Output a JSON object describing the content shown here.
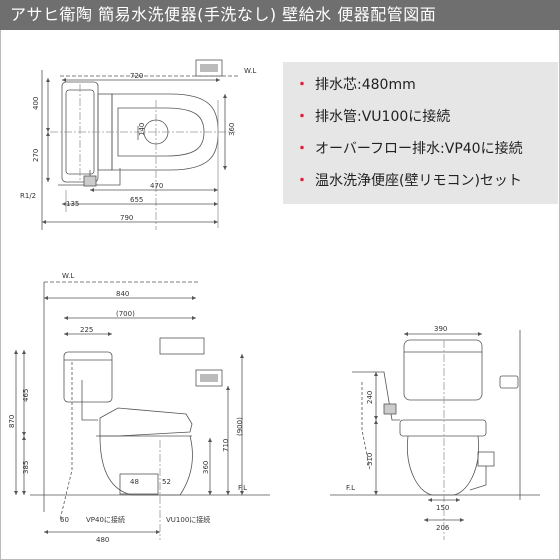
{
  "title": "アサヒ衛陶 簡易水洗便器(手洗なし) 壁給水 便器配管図面",
  "notes": [
    "排水芯:480mm",
    "排水管:VU100に接続",
    "オーバーフロー排水:VP40に接続",
    "温水洗浄便座(壁リモコン)セット"
  ],
  "top_view": {
    "wl": "W.L",
    "dim_720": "720",
    "dim_400": "400",
    "dim_270": "270",
    "dim_360": "360",
    "dim_140": "140",
    "dim_470": "470",
    "dim_655": "655",
    "dim_790": "790",
    "dim_135": "135",
    "r12": "R1/2"
  },
  "side_view": {
    "wl": "W.L",
    "fl": "F.L",
    "dim_840": "840",
    "dim_700p": "(700)",
    "dim_225": "225",
    "dim_465": "465",
    "dim_870": "870",
    "dim_385": "385",
    "dim_360": "360",
    "dim_710": "710",
    "dim_900p": "(900)",
    "dim_48": "48",
    "dim_52": "52",
    "dim_60": "60",
    "dim_480": "480",
    "vp40": "VP40に接続",
    "vu100": "VU100に接続"
  },
  "front_view": {
    "fl": "F.L",
    "dim_390": "390",
    "dim_240": "240",
    "dim_510": "510",
    "dim_150": "150",
    "dim_206": "206"
  }
}
